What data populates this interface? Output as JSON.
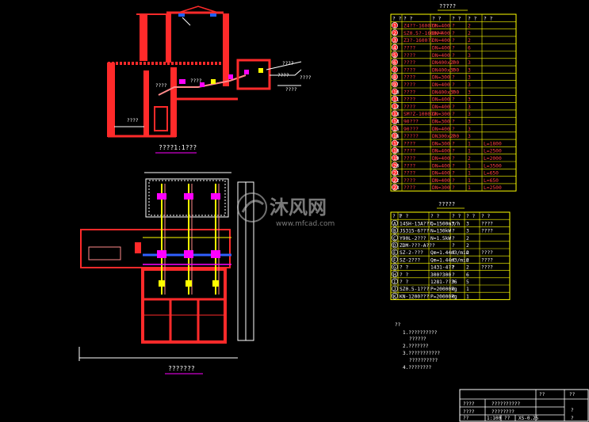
{
  "drawing": {
    "section_caption": "????1:1???",
    "plan_caption": "???????",
    "legend_title_upper": "?????",
    "legend_title_lower": "?????",
    "notes_heading": "??",
    "notes": [
      "1.??????????",
      "??????",
      "2.???????",
      "3.???????????",
      "??????????",
      "4.????????"
    ],
    "elevation_labels": [
      "????",
      "????",
      "????",
      "????",
      "????",
      "????",
      "????"
    ]
  },
  "watermark": {
    "brand": "沐风网",
    "url": "www.mfcad.com"
  },
  "table_upper": {
    "header": [
      "? ?",
      "? ?",
      "? ?",
      "? ?",
      "? ?",
      "? ?"
    ],
    "rows": [
      [
        "1",
        "Z4??-1600??",
        "DN=400",
        "?",
        "2",
        ""
      ],
      [
        "2",
        "SZ0.5?-1600??",
        "DN=400",
        "?",
        "2",
        ""
      ],
      [
        "3",
        "Z3?-1600??",
        "DN=400",
        "?",
        "2",
        ""
      ],
      [
        "4",
        "????",
        "DN=400",
        "?",
        "6",
        ""
      ],
      [
        "5",
        "????",
        "DN=400",
        "?",
        "3",
        ""
      ],
      [
        "6",
        "????",
        "DN400x200",
        "?",
        "3",
        ""
      ],
      [
        "7",
        "????",
        "DN400x300",
        "?",
        "3",
        ""
      ],
      [
        "8",
        "????",
        "DN=300",
        "?",
        "3",
        ""
      ],
      [
        "9",
        "????",
        "DN=400",
        "?",
        "3",
        ""
      ],
      [
        "10",
        "????",
        "DN400x300",
        "?",
        "3",
        ""
      ],
      [
        "11",
        "????",
        "DN=400",
        "?",
        "3",
        ""
      ],
      [
        "12",
        "????",
        "DN=400",
        "?",
        "3",
        ""
      ],
      [
        "13",
        "SM?Z-1000??",
        "DN=300",
        "?",
        "3",
        ""
      ],
      [
        "14",
        "90???",
        "DN=300",
        "?",
        "3",
        ""
      ],
      [
        "15",
        "90???",
        "DN=400",
        "?",
        "3",
        ""
      ],
      [
        "16",
        "?????",
        "DN300x200",
        "?",
        "3",
        ""
      ],
      [
        "17",
        "????",
        "DN=300",
        "?",
        "1",
        "L=1800"
      ],
      [
        "18",
        "????",
        "DN=400",
        "?",
        "1",
        "L=2500"
      ],
      [
        "19",
        "????",
        "DN=400",
        "?",
        "2",
        "L=2000"
      ],
      [
        "20",
        "????",
        "DN=400",
        "?",
        "1",
        "L=3500"
      ],
      [
        "21",
        "????",
        "DN=400",
        "?",
        "1",
        "L=650"
      ],
      [
        "22",
        "????",
        "DN=400",
        "?",
        "1",
        "L=650"
      ],
      [
        "23",
        "????",
        "DN=300",
        "?",
        "1",
        "L=2500"
      ]
    ]
  },
  "table_lower": {
    "header": [
      "? ?",
      "? ?",
      "? ?",
      "? ?",
      "? ?",
      "? ?"
    ],
    "rows": [
      [
        "A",
        "14SH-13A???",
        "Q=1500m3/h",
        "?",
        "3",
        "????"
      ],
      [
        "B",
        "JS315-6???",
        "N=130kW",
        "?",
        "3",
        "????"
      ],
      [
        "C",
        "Y90L-2???",
        "N=1.5kW",
        "?",
        "2",
        ""
      ],
      [
        "D",
        "ZDM-???-A???",
        "",
        "?",
        "2",
        ""
      ],
      [
        "E",
        "SZ-2-???",
        "Qm=1.44m3/min",
        "?",
        "2",
        "????"
      ],
      [
        "F",
        "SZ-2???",
        "Qm=1.44m3/min",
        "?",
        "2",
        "????"
      ],
      [
        "G",
        "? ?",
        "1431-4??",
        "?",
        "2",
        "????"
      ],
      [
        "H",
        "? ?",
        "300?300",
        "?",
        "6",
        ""
      ],
      [
        "I",
        "? ?",
        "1281-??36",
        "?",
        "5",
        ""
      ],
      [
        "J",
        "SZ0.5-1???",
        "P=20000kg",
        "?",
        "1",
        ""
      ],
      [
        "K",
        "KN-1200???",
        "P=20000kg",
        "?",
        "1",
        ""
      ]
    ]
  },
  "title_block": {
    "row1": [
      "????",
      "??????????",
      "??",
      "??"
    ],
    "row2": [
      "????",
      "????????",
      "",
      "?"
    ],
    "row3": [
      "??",
      "1:100",
      "??",
      "XS-0.25",
      "",
      "?"
    ]
  }
}
